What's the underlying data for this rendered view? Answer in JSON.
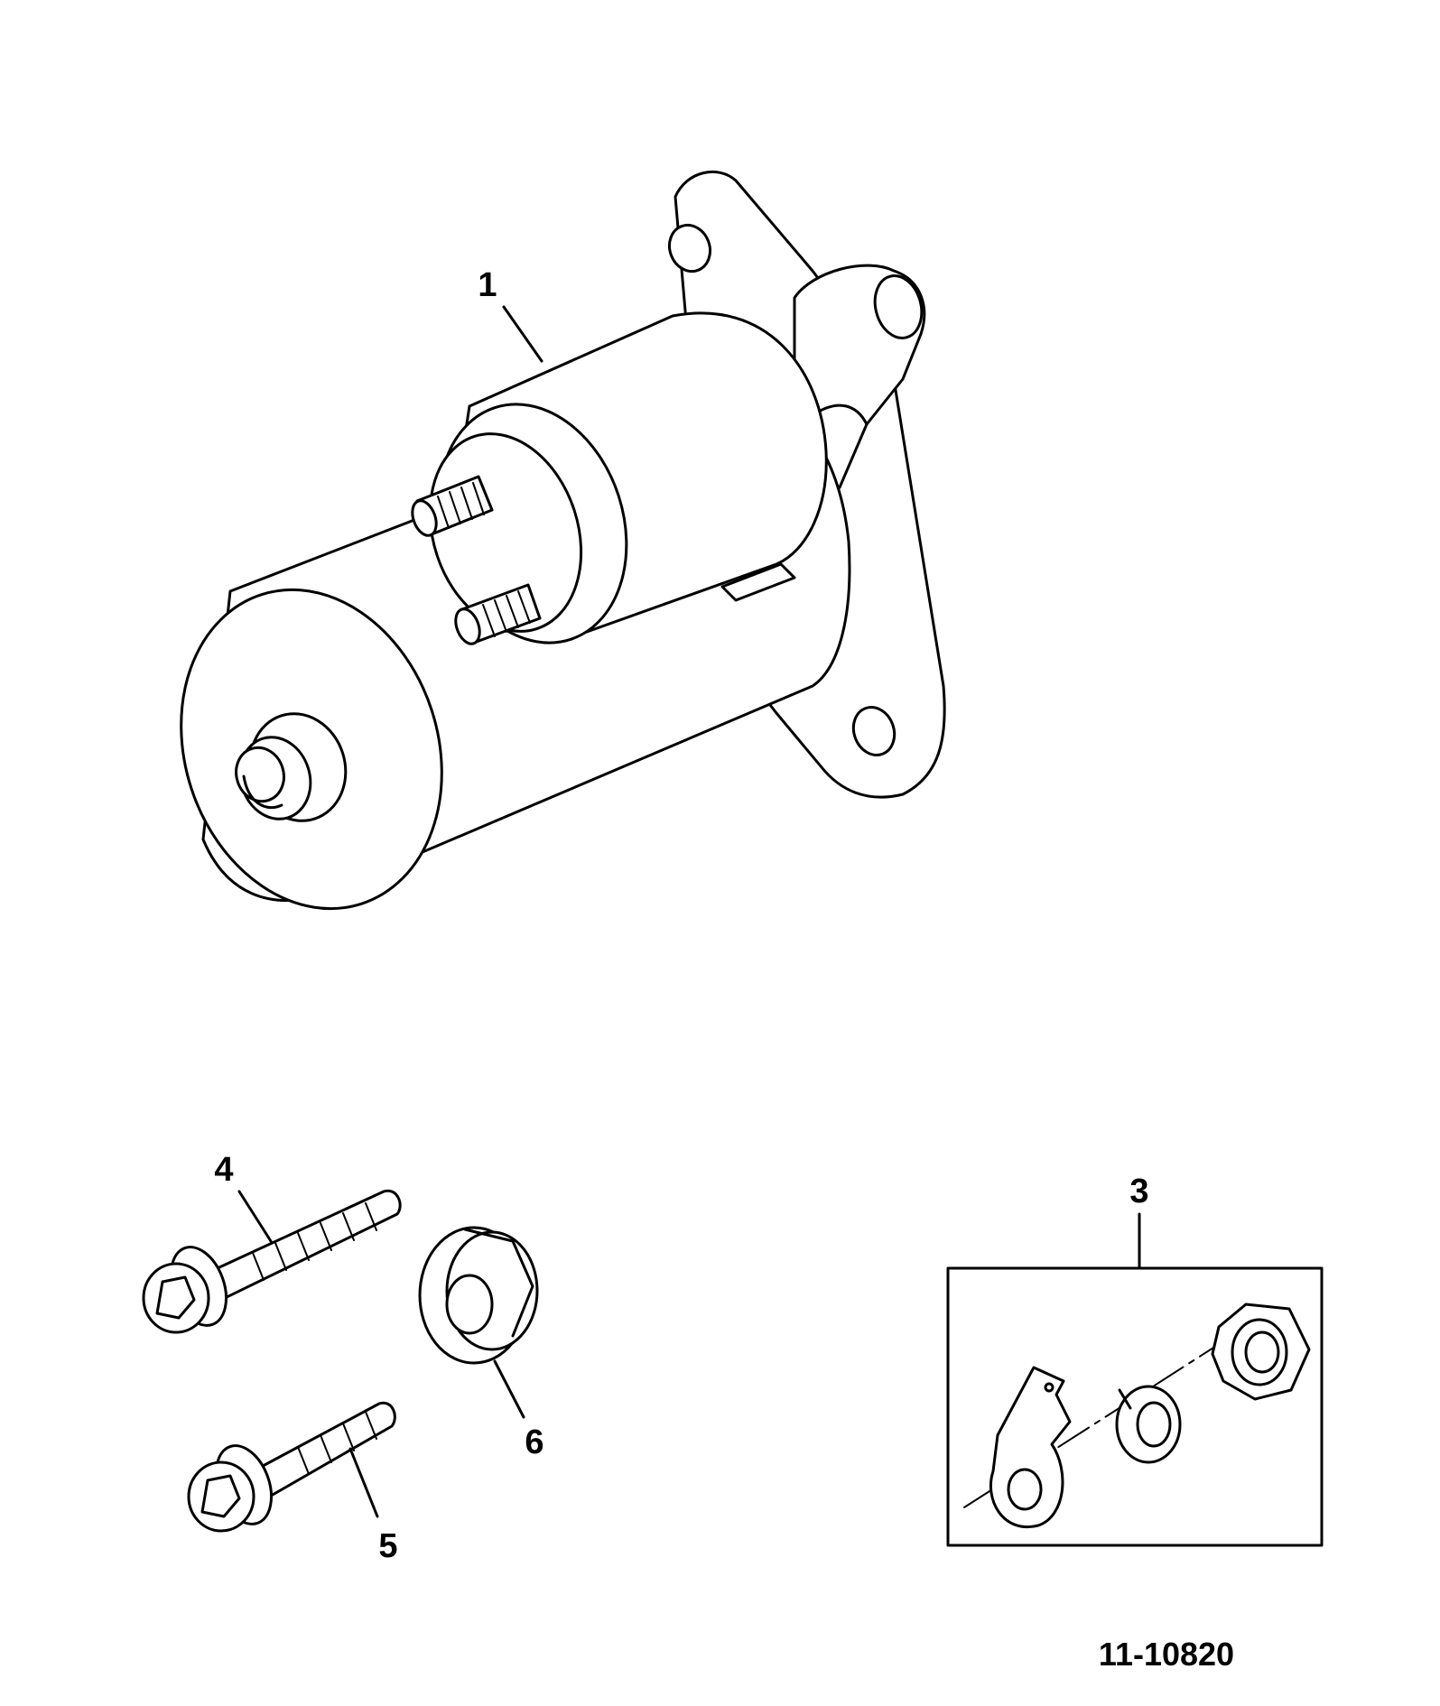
{
  "figure_id": "11-10820",
  "callouts": {
    "c1": "1",
    "c3": "3",
    "c4": "4",
    "c5": "5",
    "c6": "6"
  },
  "colors": {
    "line": "#000000",
    "background": "#ffffff"
  }
}
